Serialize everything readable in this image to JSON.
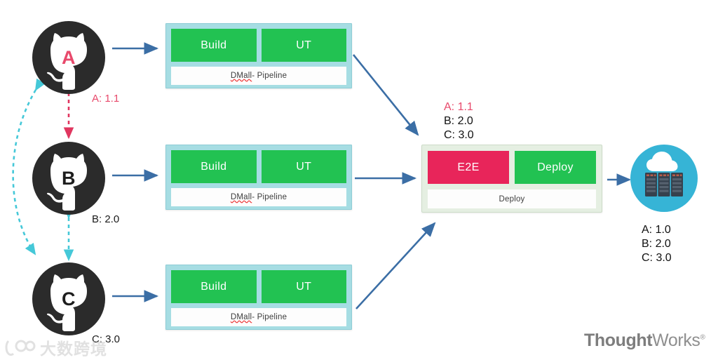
{
  "diagram": {
    "title": "CI/CD multi-repository pipeline flow",
    "colors": {
      "accent_pink": "#e8496b",
      "stage_green": "#22c252",
      "stage_crimson": "#e8255a",
      "pipeline_bg": "#a6dde3",
      "deploy_bg": "#e5efe2",
      "arrow_blue": "#3b6ea5",
      "dashed_cyan": "#45c8d8",
      "cloud_cyan": "#36b4d6"
    }
  },
  "repos": [
    {
      "id": "repo-a",
      "letter": "A",
      "letter_color": "pink",
      "version_label": "A: 1.1",
      "version_color": "pink",
      "icon": "github-octocat-icon"
    },
    {
      "id": "repo-b",
      "letter": "B",
      "letter_color": "dark",
      "version_label": "B: 2.0",
      "version_color": "dark",
      "icon": "github-octocat-icon"
    },
    {
      "id": "repo-c",
      "letter": "C",
      "letter_color": "dark",
      "version_label": "C: 3.0",
      "version_color": "dark",
      "icon": "github-octocat-icon"
    }
  ],
  "build_pipelines": [
    {
      "id": "pipeline-a",
      "stages": [
        {
          "label": "Build",
          "color": "green"
        },
        {
          "label": "UT",
          "color": "green"
        }
      ],
      "label_prefix": "DMall",
      "label_suffix": " - Pipeline"
    },
    {
      "id": "pipeline-b",
      "stages": [
        {
          "label": "Build",
          "color": "green"
        },
        {
          "label": "UT",
          "color": "green"
        }
      ],
      "label_prefix": "DMall",
      "label_suffix": " - Pipeline"
    },
    {
      "id": "pipeline-c",
      "stages": [
        {
          "label": "Build",
          "color": "green"
        },
        {
          "label": "UT",
          "color": "green"
        }
      ],
      "label_prefix": "DMall",
      "label_suffix": " - Pipeline"
    }
  ],
  "deploy_pipeline": {
    "id": "pipeline-deploy",
    "stages": [
      {
        "label": "E2E",
        "color": "crimson"
      },
      {
        "label": "Deploy",
        "color": "green"
      }
    ],
    "label": "Deploy",
    "incoming_versions": [
      {
        "text": "A: 1.1",
        "color": "pink"
      },
      {
        "text": "B: 2.0",
        "color": "dark"
      },
      {
        "text": "C: 3.0",
        "color": "dark"
      }
    ]
  },
  "cloud": {
    "id": "cloud-target",
    "icon": "cloud-server-icon",
    "deployed_versions": [
      {
        "text": "A: 1.0",
        "color": "dark"
      },
      {
        "text": "B: 2.0",
        "color": "dark"
      },
      {
        "text": "C: 3.0",
        "color": "dark"
      }
    ]
  },
  "branding": {
    "logo_bold": "Thought",
    "logo_regular": "Works",
    "logo_mark": "®"
  },
  "watermark": {
    "text": "大数跨境",
    "icon": "watermark-logo-icon"
  }
}
